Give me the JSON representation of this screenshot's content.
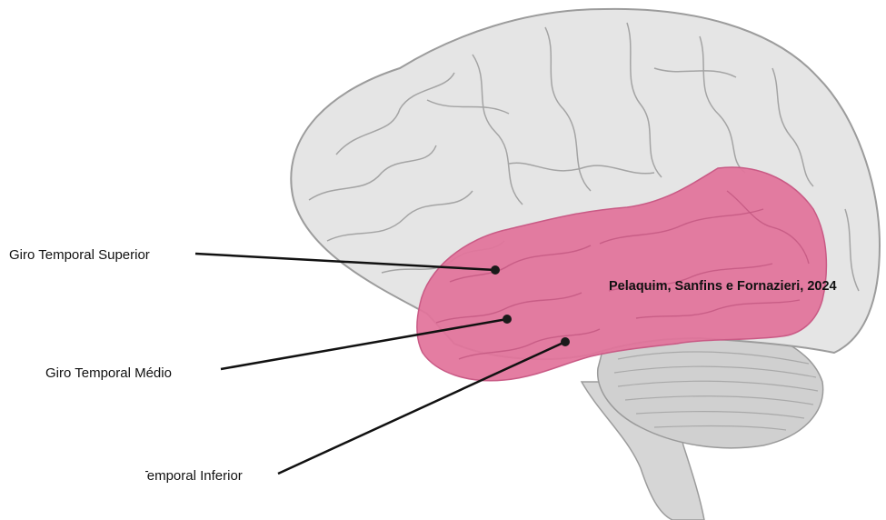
{
  "labels": {
    "superior": "Giro Temporal Superior",
    "medio": "Giro Temporal Médio",
    "inferior": "Giro Temporal Inferior"
  },
  "credit": "Pelaquim, Sanfins e Fornazieri, 2024",
  "colors": {
    "temporal_lobe": "#e2739b",
    "brain": "#e4e4e4",
    "brain_outline": "#9c9c9c",
    "cerebellum": "#cfcfcf",
    "leader_line": "#111111"
  }
}
